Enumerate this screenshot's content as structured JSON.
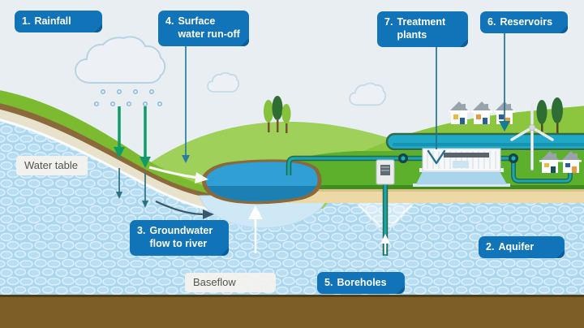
{
  "labels": {
    "rainfall": {
      "num": "1.",
      "text": "Rainfall"
    },
    "surface_runoff": {
      "num": "4.",
      "text": "Surface water run-off"
    },
    "groundwater_flow": {
      "num": "3.",
      "text": "Groundwater flow to river"
    },
    "water_table": {
      "text": "Water table"
    },
    "baseflow": {
      "text": "Baseflow"
    },
    "boreholes": {
      "num": "5.",
      "text": "Boreholes"
    },
    "aquifer": {
      "num": "2.",
      "text": "Aquifer"
    },
    "reservoirs": {
      "num": "6.",
      "text": "Reservoirs"
    },
    "treatment_plants": {
      "num": "7.",
      "text": "Treatment plants"
    }
  },
  "colors": {
    "label_blue": "#1173b8",
    "label_fold_blue": "#0b5e9c",
    "light_label_bg": "#f3f2ee",
    "light_label_text": "#56524a",
    "sky": "#e9eef2",
    "hill_greens": [
      "#9ed05a",
      "#8cc63e",
      "#7cba2f",
      "#5cb02c"
    ],
    "soil_brown": "#8a6a3a",
    "sand": "#ecd9a5",
    "aquifer": "#aad6ee",
    "bedrock": "#7d5e26",
    "river": "#2f9fd6",
    "river_deep": "#1c80b2",
    "baseflow_zone": "#cfe8f6",
    "reservoir": "#1fa9c6",
    "pipe": "#1aa6ae",
    "pipe_outline": "#256b50",
    "arrow_green": "#0f9b68",
    "arrow_teal": "#2c7287",
    "arrow_dark": "#37576a",
    "connector_line": "#23718f"
  },
  "icons": [
    "rain-cloud-icon",
    "raindrop-icon",
    "cloud-icon",
    "tree-icon",
    "house-icon",
    "wind-turbine-icon",
    "treatment-plant-icon",
    "borehole-pump-icon",
    "pipe-junction-icon",
    "flow-arrow-icon"
  ]
}
